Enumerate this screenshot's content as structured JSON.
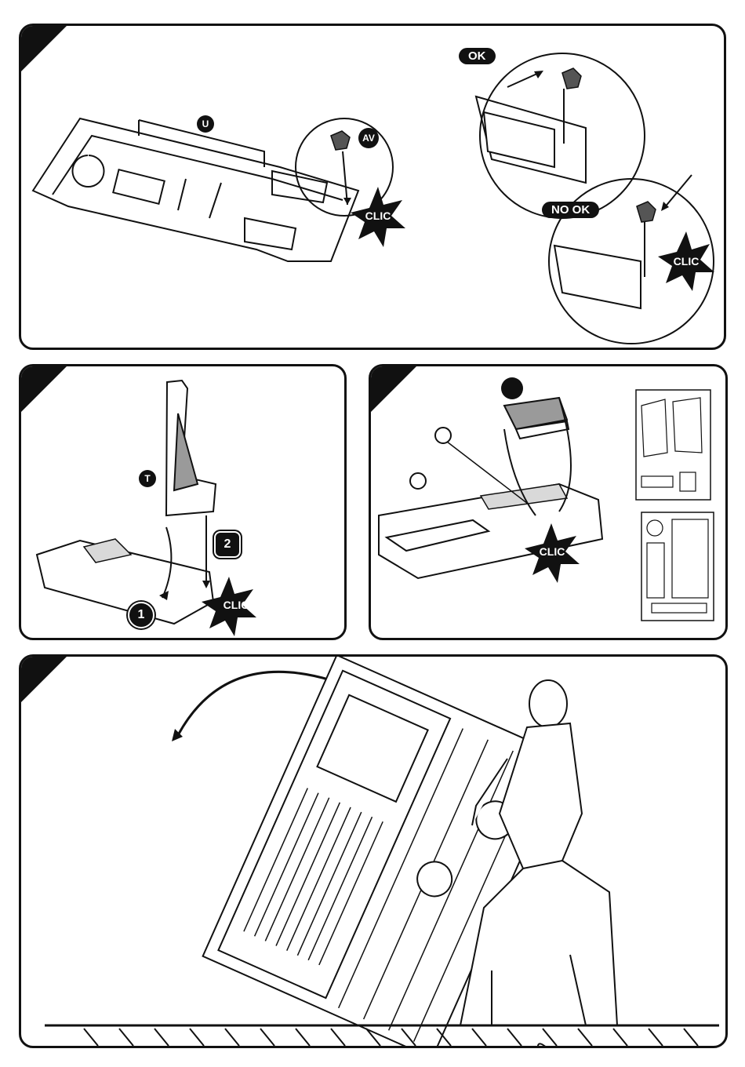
{
  "labels": {
    "ok": "OK",
    "no_ok": "NO OK",
    "clic": "CLIC",
    "part_u": "U",
    "part_av": "AV",
    "part_t": "T",
    "step_1": "1",
    "step_2": "2"
  },
  "colors": {
    "ink": "#111111",
    "fill": "#9a9a9a",
    "light": "#d9d9d9"
  }
}
